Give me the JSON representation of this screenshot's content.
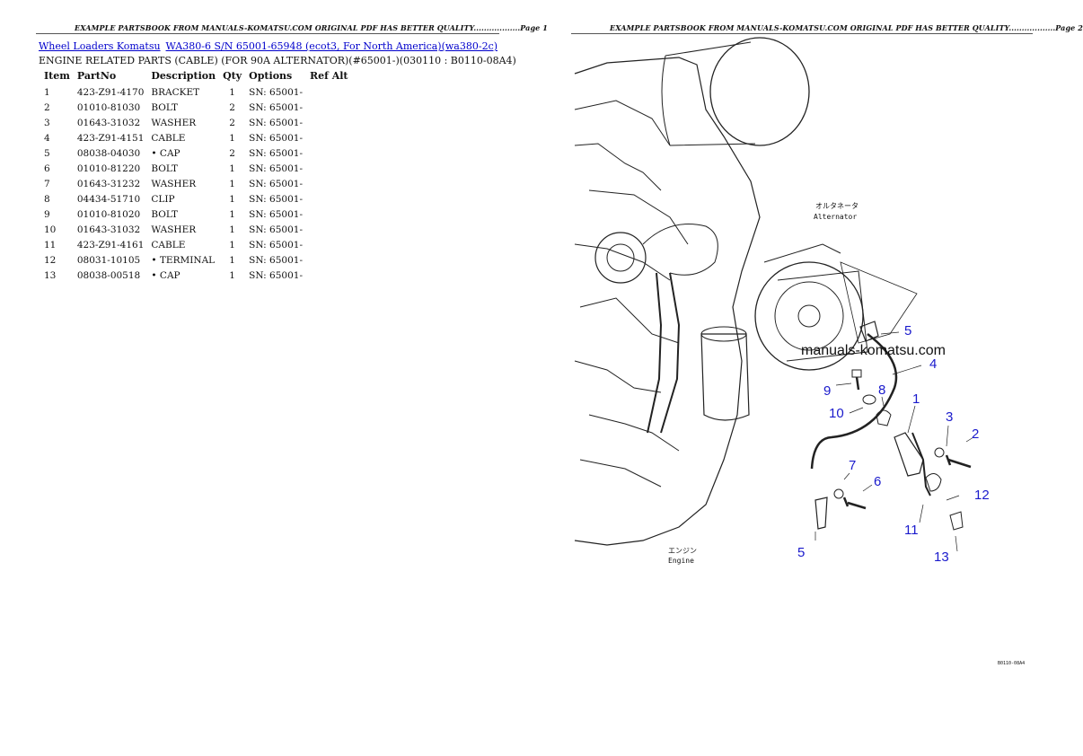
{
  "headers": {
    "left": "EXAMPLE PARTSBOOK FROM MANUALS-KOMATSU.COM ORIGINAL PDF HAS BETTER QUALITY..................Page 1",
    "right": "EXAMPLE PARTSBOOK FROM MANUALS-KOMATSU.COM ORIGINAL PDF HAS BETTER QUALITY..................Page 2"
  },
  "breadcrumb": {
    "link1": "Wheel Loaders Komatsu",
    "link2": "WA380-6 S/N 65001-65948 (ecot3, For North America)(wa380-2c)"
  },
  "section_title": "ENGINE RELATED PARTS (CABLE) (FOR 90A ALTERNATOR)(#65001-)(030110 : B0110-08A4)",
  "table": {
    "columns": [
      "Item",
      "PartNo",
      "Description",
      "Qty",
      "Options",
      "Ref Alt"
    ],
    "rows": [
      {
        "item": "1",
        "partno": "423-Z91-4170",
        "desc": "BRACKET",
        "qty": "1",
        "options": "SN: 65001-",
        "ref": ""
      },
      {
        "item": "2",
        "partno": "01010-81030",
        "desc": "BOLT",
        "qty": "2",
        "options": "SN: 65001-",
        "ref": ""
      },
      {
        "item": "3",
        "partno": "01643-31032",
        "desc": "WASHER",
        "qty": "2",
        "options": "SN: 65001-",
        "ref": ""
      },
      {
        "item": "4",
        "partno": "423-Z91-4151",
        "desc": "CABLE",
        "qty": "1",
        "options": "SN: 65001-",
        "ref": ""
      },
      {
        "item": "5",
        "partno": "08038-04030",
        "desc": "• CAP",
        "qty": "2",
        "options": "SN: 65001-",
        "ref": ""
      },
      {
        "item": "6",
        "partno": "01010-81220",
        "desc": "BOLT",
        "qty": "1",
        "options": "SN: 65001-",
        "ref": ""
      },
      {
        "item": "7",
        "partno": "01643-31232",
        "desc": "WASHER",
        "qty": "1",
        "options": "SN: 65001-",
        "ref": ""
      },
      {
        "item": "8",
        "partno": "04434-51710",
        "desc": "CLIP",
        "qty": "1",
        "options": "SN: 65001-",
        "ref": ""
      },
      {
        "item": "9",
        "partno": "01010-81020",
        "desc": "BOLT",
        "qty": "1",
        "options": "SN: 65001-",
        "ref": ""
      },
      {
        "item": "10",
        "partno": "01643-31032",
        "desc": "WASHER",
        "qty": "1",
        "options": "SN: 65001-",
        "ref": ""
      },
      {
        "item": "11",
        "partno": "423-Z91-4161",
        "desc": "CABLE",
        "qty": "1",
        "options": "SN: 65001-",
        "ref": ""
      },
      {
        "item": "12",
        "partno": "08031-10105",
        "desc": "• TERMINAL",
        "qty": "1",
        "options": "SN: 65001-",
        "ref": ""
      },
      {
        "item": "13",
        "partno": "08038-00518",
        "desc": "• CAP",
        "qty": "1",
        "options": "SN: 65001-",
        "ref": ""
      }
    ]
  },
  "diagram": {
    "alternator_label_jp": "オルタネータ",
    "alternator_label_en": "Alternator",
    "engine_label_jp": "エンジン",
    "engine_label_en": "Engine",
    "watermark": "manuals-komatsu.com",
    "callouts": [
      "5",
      "4",
      "9",
      "8",
      "1",
      "10",
      "3",
      "2",
      "7",
      "6",
      "12",
      "11",
      "5",
      "13"
    ]
  },
  "page_code": "B0110-08A4"
}
